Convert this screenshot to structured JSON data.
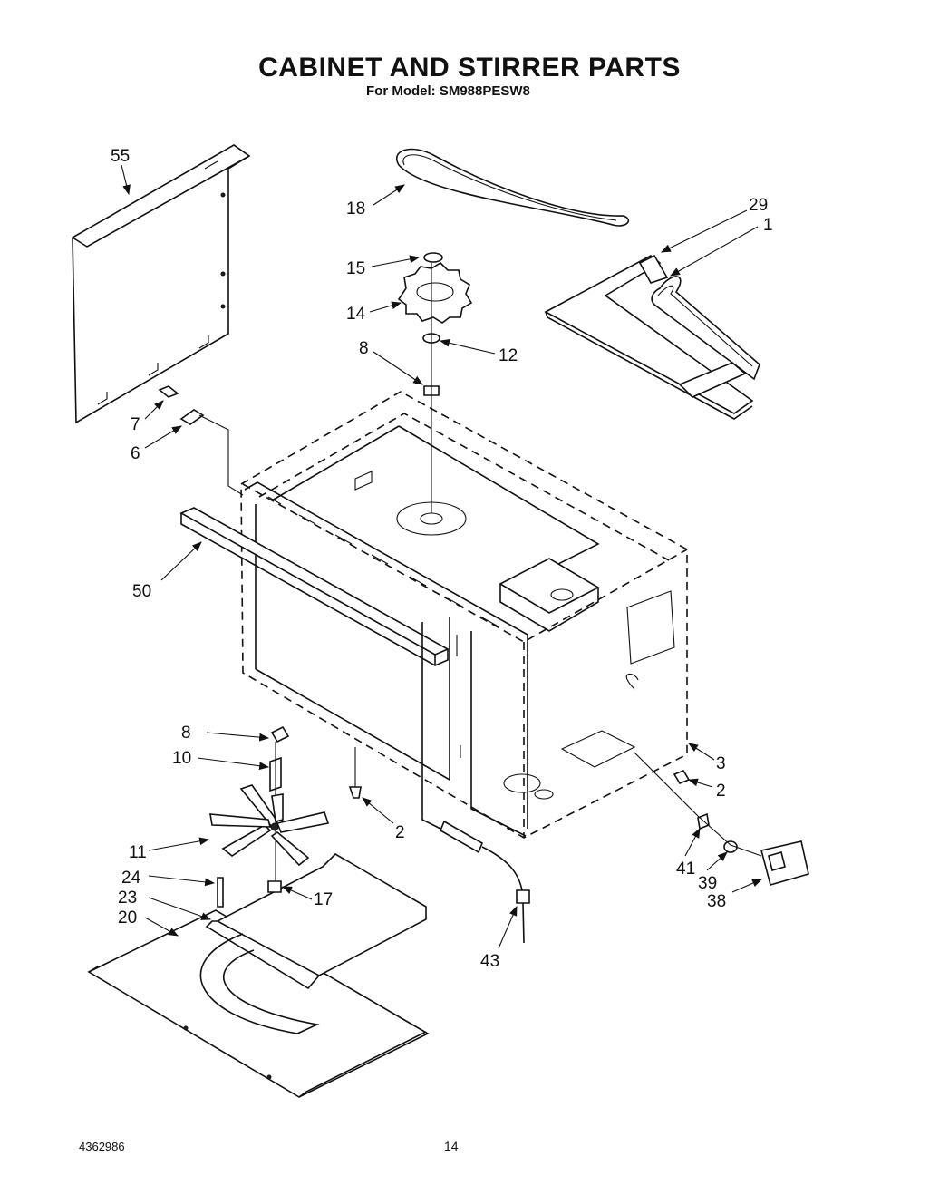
{
  "title": "CABINET AND STIRRER PARTS",
  "subtitle": "For Model: SM988PESW8",
  "doc_number": "4362986",
  "page_number": "14",
  "callouts": [
    {
      "id": "c55",
      "label": "55"
    },
    {
      "id": "c18",
      "label": "18"
    },
    {
      "id": "c29",
      "label": "29"
    },
    {
      "id": "c1",
      "label": "1"
    },
    {
      "id": "c15",
      "label": "15"
    },
    {
      "id": "c14",
      "label": "14"
    },
    {
      "id": "c8a",
      "label": "8"
    },
    {
      "id": "c12",
      "label": "12"
    },
    {
      "id": "c7",
      "label": "7"
    },
    {
      "id": "c6",
      "label": "6"
    },
    {
      "id": "c50",
      "label": "50"
    },
    {
      "id": "c8b",
      "label": "8"
    },
    {
      "id": "c10",
      "label": "10"
    },
    {
      "id": "c3",
      "label": "3"
    },
    {
      "id": "c2a",
      "label": "2"
    },
    {
      "id": "c2b",
      "label": "2"
    },
    {
      "id": "c11",
      "label": "11"
    },
    {
      "id": "c24",
      "label": "24"
    },
    {
      "id": "c23",
      "label": "23"
    },
    {
      "id": "c20",
      "label": "20"
    },
    {
      "id": "c17",
      "label": "17"
    },
    {
      "id": "c41",
      "label": "41"
    },
    {
      "id": "c39",
      "label": "39"
    },
    {
      "id": "c38",
      "label": "38"
    },
    {
      "id": "c43",
      "label": "43"
    }
  ]
}
